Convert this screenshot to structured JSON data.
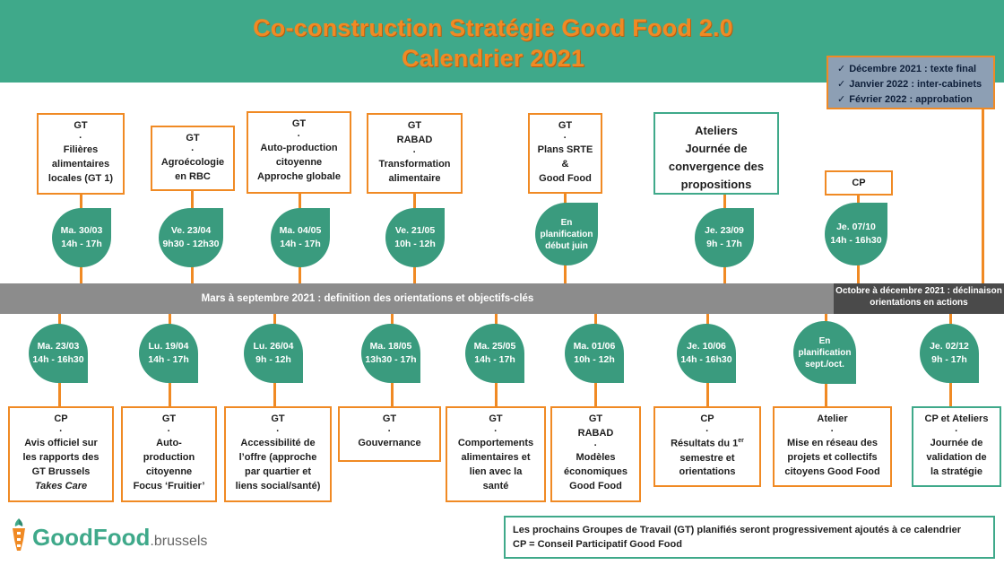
{
  "title": {
    "line1": "Co-construction Stratégie Good Food 2.0",
    "line2": "Calendrier 2021"
  },
  "deadlines": [
    {
      "icon": "check-icon",
      "text": "Décembre 2021 : texte final"
    },
    {
      "icon": "check-icon",
      "text": "Janvier 2022 : inter-cabinets"
    },
    {
      "icon": "check-icon",
      "text": "Février 2022 : approbation"
    }
  ],
  "timeline": {
    "label_main": "Mars à septembre 2021 : definition des orientations et objectifs-clés",
    "label_end_1": "Octobre à décembre 2021 : déclinaison",
    "label_end_2": "orientations en actions"
  },
  "top_events": [
    {
      "box": [
        "GT",
        "·",
        "Filières",
        "alimentaires",
        "locales (GT 1)"
      ],
      "date": "Ma. 30/03",
      "time": "14h - 17h"
    },
    {
      "box": [
        "GT",
        "·",
        "Agroécologie",
        "en RBC"
      ],
      "date": "Ve. 23/04",
      "time": "9h30 - 12h30"
    },
    {
      "box": [
        "GT",
        "·",
        "Auto-production",
        "citoyenne",
        "Approche globale"
      ],
      "date": "Ma. 04/05",
      "time": "14h - 17h"
    },
    {
      "box": [
        "GT",
        "RABAD",
        "·",
        "Transformation",
        "alimentaire"
      ],
      "date": "Ve. 21/05",
      "time": "10h - 12h"
    },
    {
      "box": [
        "GT",
        "·",
        "Plans SRTE",
        "&",
        "Good Food"
      ],
      "plan": [
        "En",
        "planification",
        "début juin"
      ]
    },
    {
      "box_big": [
        "Ateliers",
        "Journée de",
        "convergence des",
        "propositions"
      ],
      "date": "Je. 23/09",
      "time": "9h - 17h"
    },
    {
      "box": [
        "CP"
      ],
      "date": "Je. 07/10",
      "time": "14h - 16h30"
    }
  ],
  "bottom_events": [
    {
      "date": "Ma. 23/03",
      "time": "14h - 16h30",
      "box": [
        "CP",
        "·",
        "Avis officiel sur",
        "les rapports des",
        "GT Brussels",
        "Takes Care"
      ]
    },
    {
      "date": "Lu. 19/04",
      "time": "14h - 17h",
      "box": [
        "GT",
        "·",
        "Auto-",
        "production",
        "citoyenne",
        "Focus ‘Fruitier’"
      ]
    },
    {
      "date": "Lu. 26/04",
      "time": "9h - 12h",
      "box": [
        "GT",
        "·",
        "Accessibilité de",
        "l’offre (approche",
        "par quartier et",
        "liens social/santé)"
      ]
    },
    {
      "date": "Ma. 18/05",
      "time": "13h30 - 17h",
      "box": [
        "GT",
        "·",
        "Gouvernance"
      ]
    },
    {
      "date": "Ma. 25/05",
      "time": "14h - 17h",
      "box": [
        "GT",
        "·",
        "Comportements",
        "alimentaires et",
        "lien avec la",
        "santé"
      ]
    },
    {
      "date": "Ma. 01/06",
      "time": "10h - 12h",
      "box": [
        "GT",
        "RABAD",
        "·",
        "Modèles",
        "économiques",
        "Good Food"
      ]
    },
    {
      "date": "Je. 10/06",
      "time": "14h - 16h30",
      "box": [
        "CP",
        "·",
        "Résultats du 1er",
        "semestre et",
        "orientations"
      ]
    },
    {
      "plan": [
        "En",
        "planification",
        "sept./oct."
      ],
      "box": [
        "Atelier",
        "·",
        "Mise en réseau des",
        "projets et collectifs",
        "citoyens Good Food"
      ]
    },
    {
      "date": "Je. 02/12",
      "time": "9h - 17h",
      "box": [
        "CP et Ateliers",
        "·",
        "Journée de",
        "validation de",
        "la stratégie"
      ]
    }
  ],
  "note": {
    "line1": "Les prochains Groupes de Travail (GT) planifiés seront progressivement ajoutés à ce calendrier",
    "line2": "CP = Conseil Participatif Good Food"
  },
  "logo": {
    "main": "GoodFood",
    "sub": ".brussels"
  },
  "colors": {
    "teal": "#3fa98a",
    "orange": "#f08a24",
    "grey": "#8c8c8c",
    "dark": "#4a4a4a",
    "leaf": "#3a9b7e"
  }
}
